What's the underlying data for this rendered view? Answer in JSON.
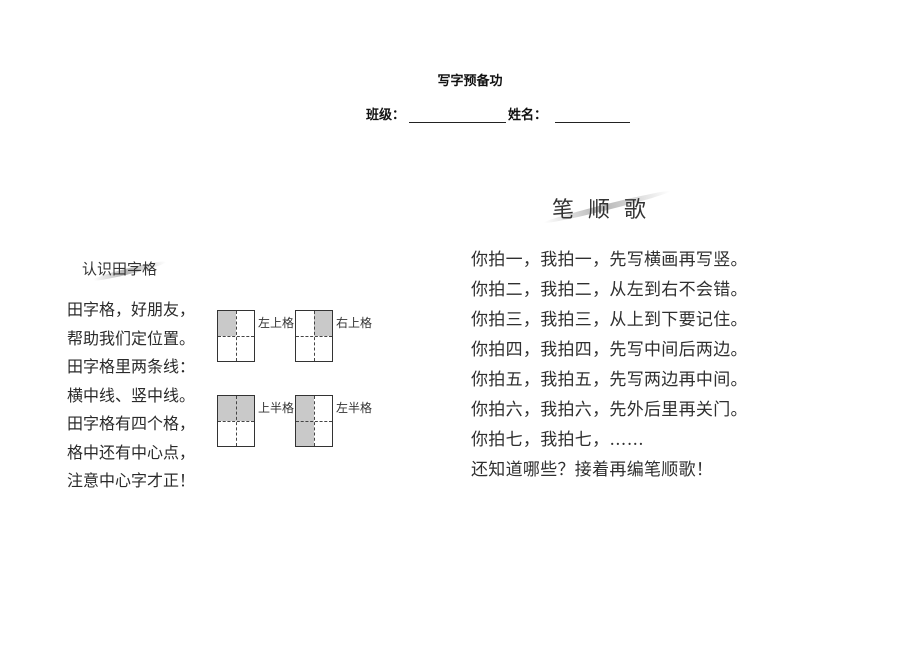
{
  "header": {
    "title": "写字预备功",
    "class_label": "班级：",
    "name_label": "姓名："
  },
  "left_section": {
    "heading": "认识田字格",
    "poem": [
      "田字格，好朋友，",
      "帮助我们定位置。",
      "田字格里两条线：",
      "横中线、竖中线。",
      "田字格有四个格，",
      "格中还有中心点，",
      "注意中心字才正！"
    ],
    "grids": [
      {
        "label": "左上格",
        "filled": [
          "tl"
        ]
      },
      {
        "label": "右上格",
        "filled": [
          "tr"
        ]
      },
      {
        "label": "上半格",
        "filled": [
          "tl",
          "tr"
        ]
      },
      {
        "label": "左半格",
        "filled": [
          "tl",
          "bl"
        ]
      }
    ]
  },
  "right_section": {
    "heading": "笔顺歌",
    "poem": [
      "你拍一，我拍一，先写横画再写竖。",
      "你拍二，我拍二，从左到右不会错。",
      "你拍三，我拍三，从上到下要记住。",
      "你拍四，我拍四，先写中间后两边。",
      "你拍五，我拍五，先写两边再中间。",
      "你拍六，我拍六，先外后里再关门。",
      "你拍七，我拍七，……",
      "还知道哪些？接着再编笔顺歌！"
    ]
  },
  "colors": {
    "text": "#2b2b2b",
    "grid_fill": "#c9c9c9",
    "grid_border": "#333333"
  }
}
